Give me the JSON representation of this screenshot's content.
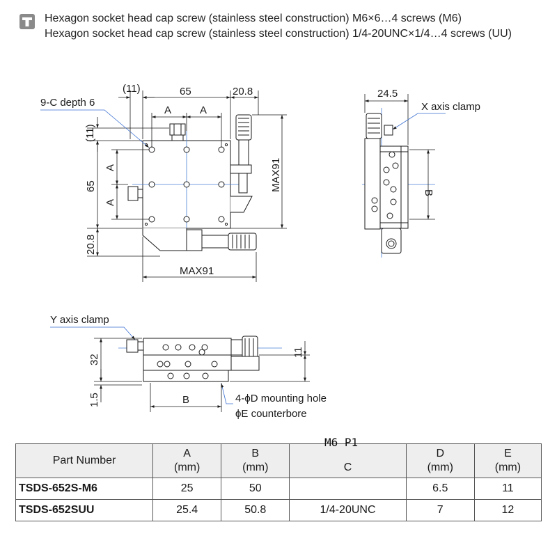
{
  "notes": {
    "line1": "Hexagon socket head cap screw (stainless steel construction) M6×6…4 screws (M6)",
    "line2": "Hexagon socket head cap screw (stainless steel construction) 1/4-20UNC×1/4…4 screws (UU)"
  },
  "top_view": {
    "dim_11_top": "(11)",
    "dim_65_top": "65",
    "dim_20_8_top": "20.8",
    "label_9c": "9-C depth 6",
    "dim_a1": "A",
    "dim_a2": "A",
    "dim_11_left": "(11)",
    "dim_a_left1": "A",
    "dim_65_left": "65",
    "dim_a_left2": "A",
    "dim_20_8_left": "20.8",
    "dim_max91_bottom": "MAX91",
    "dim_max91_right": "MAX91"
  },
  "side_view": {
    "dim_24_5": "24.5",
    "label_x_clamp": "X axis clamp",
    "dim_b": "B"
  },
  "front_view": {
    "label_y_clamp": "Y axis clamp",
    "dim_32": "32",
    "dim_1_5": "1.5",
    "dim_11": "11",
    "dim_b": "B",
    "label_mount": "4-ϕD mounting hole",
    "label_counterbore": "ϕE counterbore"
  },
  "table": {
    "headers": {
      "part_number": "Part Number",
      "a": "A",
      "a_unit": "(mm)",
      "b": "B",
      "b_unit": "(mm)",
      "c": "C",
      "d": "D",
      "d_unit": "(mm)",
      "e": "E",
      "e_unit": "(mm)"
    },
    "overlay_c": "M6 P1",
    "rows": [
      {
        "part": "TSDS-652S-M6",
        "a": "25",
        "b": "50",
        "c": "",
        "d": "6.5",
        "e": "11"
      },
      {
        "part": "TSDS-652SUU",
        "a": "25.4",
        "b": "50.8",
        "c": "1/4-20UNC",
        "d": "7",
        "e": "12"
      }
    ]
  }
}
